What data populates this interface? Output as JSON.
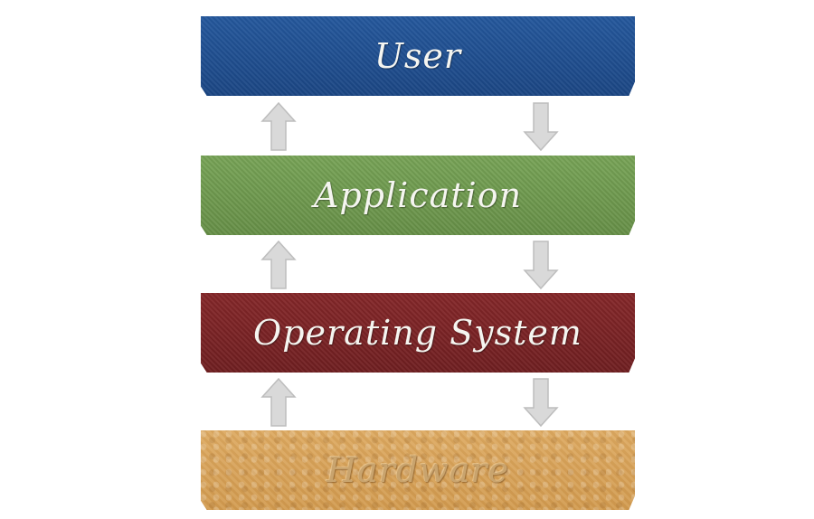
{
  "diagram": {
    "layers": [
      {
        "label": "User"
      },
      {
        "label": "Application"
      },
      {
        "label": "Operating System"
      },
      {
        "label": "Hardware"
      }
    ],
    "colors": {
      "user": "#1f4e8f",
      "application": "#6f9a4f",
      "operating_system": "#7b2325",
      "hardware": "#d9a45a",
      "arrow_fill": "#d9d9d9",
      "arrow_stroke": "#bdbdbd"
    },
    "icons": {
      "up": "arrow-up-icon",
      "down": "arrow-down-icon"
    }
  }
}
